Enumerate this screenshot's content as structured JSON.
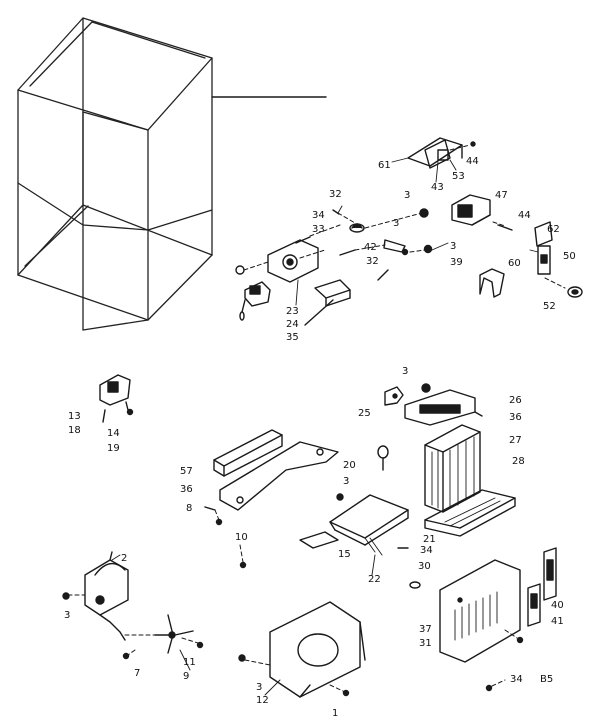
{
  "callouts": [
    {
      "id": "c61",
      "text": "61"
    },
    {
      "id": "c43",
      "text": "43"
    },
    {
      "id": "c53",
      "text": "53"
    },
    {
      "id": "c44a",
      "text": "44"
    },
    {
      "id": "c32a",
      "text": "32"
    },
    {
      "id": "c34a",
      "text": "34"
    },
    {
      "id": "c33",
      "text": "33"
    },
    {
      "id": "c3a",
      "text": "3"
    },
    {
      "id": "c3b",
      "text": "3"
    },
    {
      "id": "c47",
      "text": "47"
    },
    {
      "id": "c44b",
      "text": "44"
    },
    {
      "id": "c42",
      "text": "42"
    },
    {
      "id": "c3c",
      "text": "3"
    },
    {
      "id": "c32b",
      "text": "32"
    },
    {
      "id": "c39",
      "text": "39"
    },
    {
      "id": "c62",
      "text": "62"
    },
    {
      "id": "c50",
      "text": "50"
    },
    {
      "id": "c60",
      "text": "60"
    },
    {
      "id": "c52",
      "text": "52"
    },
    {
      "id": "c23",
      "text": "23"
    },
    {
      "id": "c24",
      "text": "24"
    },
    {
      "id": "c35",
      "text": "35"
    },
    {
      "id": "c13",
      "text": "13"
    },
    {
      "id": "c18",
      "text": "18"
    },
    {
      "id": "c14",
      "text": "14"
    },
    {
      "id": "c19",
      "text": "19"
    },
    {
      "id": "c3d",
      "text": "3"
    },
    {
      "id": "c26",
      "text": "26"
    },
    {
      "id": "c25",
      "text": "25"
    },
    {
      "id": "c36a",
      "text": "36"
    },
    {
      "id": "c27",
      "text": "27"
    },
    {
      "id": "c57",
      "text": "57"
    },
    {
      "id": "c36b",
      "text": "36"
    },
    {
      "id": "c20",
      "text": "20"
    },
    {
      "id": "c28",
      "text": "28"
    },
    {
      "id": "c3e",
      "text": "3"
    },
    {
      "id": "c8",
      "text": "8"
    },
    {
      "id": "c21",
      "text": "21"
    },
    {
      "id": "c10",
      "text": "10"
    },
    {
      "id": "c15",
      "text": "15"
    },
    {
      "id": "c34b",
      "text": "34"
    },
    {
      "id": "c22",
      "text": "22"
    },
    {
      "id": "c30",
      "text": "30"
    },
    {
      "id": "c2",
      "text": "2"
    },
    {
      "id": "c3f",
      "text": "3"
    },
    {
      "id": "c40",
      "text": "40"
    },
    {
      "id": "c41",
      "text": "41"
    },
    {
      "id": "c37",
      "text": "37"
    },
    {
      "id": "c31",
      "text": "31"
    },
    {
      "id": "c11",
      "text": "11"
    },
    {
      "id": "c9",
      "text": "9"
    },
    {
      "id": "c7",
      "text": "7"
    },
    {
      "id": "c3g",
      "text": "3"
    },
    {
      "id": "c12",
      "text": "12"
    },
    {
      "id": "c1",
      "text": "1"
    },
    {
      "id": "c34c",
      "text": "34"
    },
    {
      "id": "cB5",
      "text": "B5"
    }
  ]
}
